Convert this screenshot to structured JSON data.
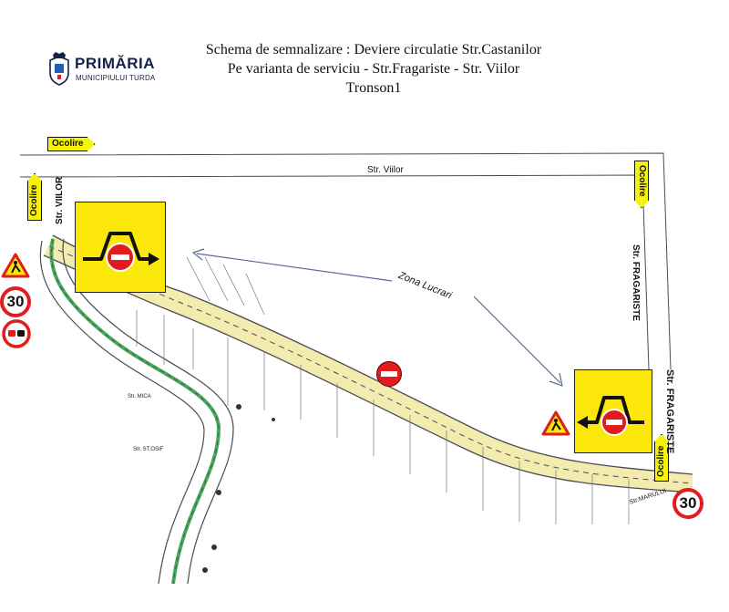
{
  "header": {
    "logo_name": "PRIMĂRIA",
    "logo_subtitle": "MUNICIPIULUI TURDA",
    "title_lines": [
      "Schema de semnalizare : Deviere circulatie Str.Castanilor",
      "Pe varianta de serviciu - Str.Fragariste - Str. Viilor",
      "Tronson1"
    ]
  },
  "labels": {
    "ocolire": "Ocolire",
    "zona_lucrari": "Zona Lucrari",
    "str_viilor": "Str. Viilor",
    "str_viilor_vertical": "Str. VIILOR",
    "str_fragariste_1": "Str. FRAGARISTE",
    "str_fragariste_2": "Str. FRAGARISTE",
    "str_mica": "Str. MICA",
    "str_iosif": "Str. ST.OSIF",
    "str_marului": "Str.MARULUI"
  },
  "signs": {
    "speed_limit": "30"
  },
  "colors": {
    "sign_yellow": "#fbe80a",
    "sign_red": "#e21c1c",
    "road_line": "#4b4b55",
    "road_fill": "#f4ecae",
    "green_strip": "#47a85a",
    "arrow_blue": "#5a6c92",
    "logo_navy": "#14214a"
  },
  "icons": [
    "crest-icon",
    "no-entry-icon",
    "detour-arrow-icon",
    "road-works-icon",
    "speed-limit-icon"
  ]
}
